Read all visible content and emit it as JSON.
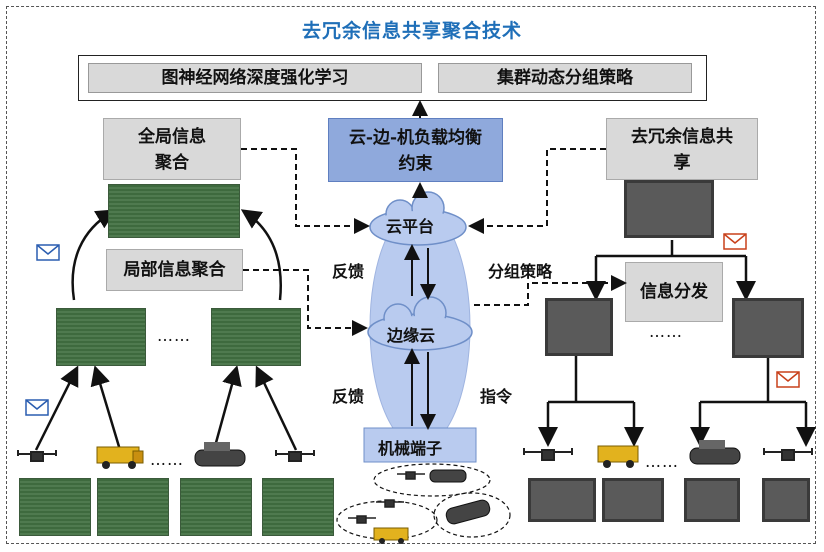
{
  "title": "去冗余信息共享聚合技术",
  "top_items": [
    "图神经网络深度强化学习",
    "集群动态分组策略"
  ],
  "blocks": {
    "global_agg": "全局信息聚合",
    "local_agg": "局部信息聚合",
    "cloud_edge": "云-边-机负载均衡约束",
    "dedup_share": "去冗余信息共享",
    "info_dist": "信息分发",
    "cloud": "云平台",
    "edge": "边缘云",
    "terminal": "机械端子"
  },
  "labels": {
    "feedback_upper": "反馈",
    "group_strategy": "分组策略",
    "feedback_lower": "反馈",
    "command": "指令",
    "ellipsis": "……"
  },
  "colors": {
    "title_blue": "#1f6fb8",
    "cloud_fill": "#b9cbef",
    "block_grey": "#d9d9d9",
    "constraint_blue": "#8fa9dc"
  },
  "icons": [
    "mail-icon",
    "drone-icon",
    "truck-icon",
    "ground-robot-icon",
    "map-tile"
  ]
}
